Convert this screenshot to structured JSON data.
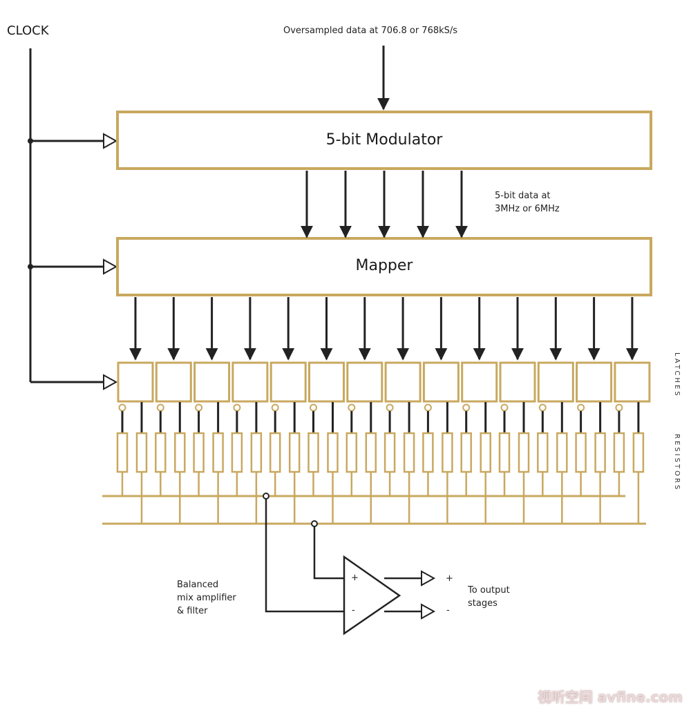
{
  "clock_label": "CLOCK",
  "input_label": "Oversampled data at 706.8 or 768kS/s",
  "modulator": {
    "title": "5-bit Modulator"
  },
  "bus_label": {
    "line1": "5-bit data at",
    "line2": "3MHz or 6MHz"
  },
  "mapper": {
    "title": "Mapper"
  },
  "latches_label": "LATCHES",
  "resistors_label": "RESISTORS",
  "amp_label": {
    "line1": "Balanced",
    "line2": "mix amplifier",
    "line3": "& filter"
  },
  "amp_inputs": {
    "plus": "+",
    "minus": "-"
  },
  "output": {
    "line1": "To output",
    "line2": "stages",
    "plus": "+",
    "minus": "-"
  },
  "watermark": "视听空间 avfine.com",
  "colors": {
    "gold": "#c8a85f",
    "line": "#222222"
  },
  "counts": {
    "mod_to_mapper_lines": 5,
    "latches": 14
  }
}
